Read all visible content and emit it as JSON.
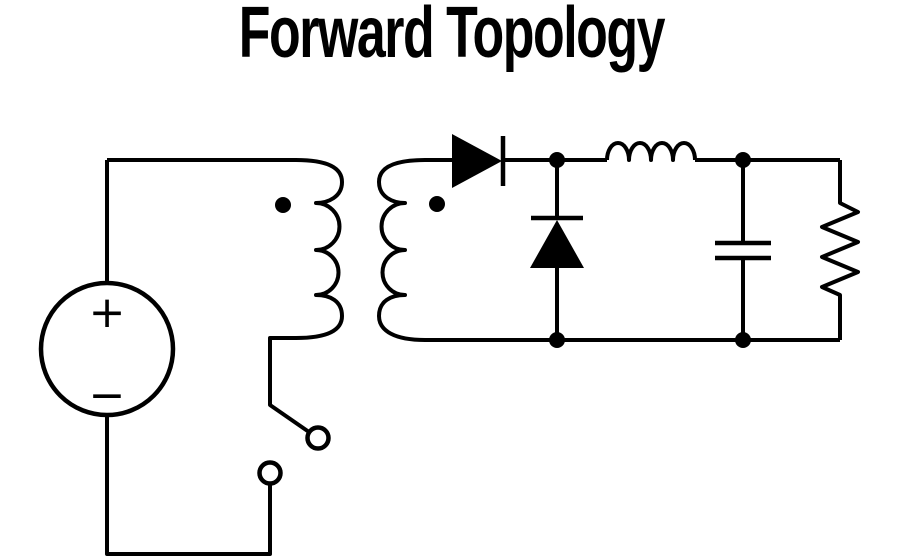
{
  "title": "Forward Topology",
  "colors": {
    "ink": "#000000",
    "background": "#ffffff"
  },
  "diagram": {
    "type": "circuit-schematic",
    "topology": "Forward converter",
    "source": {
      "positive_label": "+",
      "negative_label": "−"
    },
    "components": [
      "dc-voltage-source",
      "transformer-primary-winding",
      "transformer-secondary-winding",
      "primary-polarity-dot",
      "secondary-polarity-dot",
      "primary-side-switch",
      "forward-rectifier-diode",
      "freewheeling-diode",
      "output-inductor",
      "output-capacitor",
      "load-resistor"
    ]
  }
}
